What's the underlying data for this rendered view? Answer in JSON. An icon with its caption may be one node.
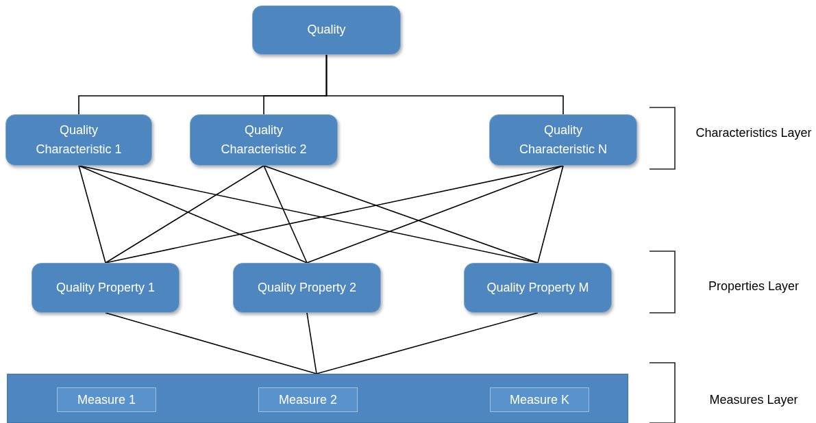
{
  "diagram": {
    "nodes": [
      {
        "text": [
          "Quality"
        ]
      },
      {
        "text": [
          "Quality Characteristic 1"
        ]
      },
      {
        "text": [
          "Quality Characteristic 2"
        ]
      },
      {
        "text": [
          "Quality Characteristic N"
        ]
      },
      {
        "text": [
          "Quality Property 1"
        ]
      },
      {
        "text": [
          "Quality Property 2"
        ]
      },
      {
        "text": [
          "Quality Property M"
        ]
      },
      {
        "text": [],
        "shape": "bar"
      },
      {
        "text": [
          "Measure 1"
        ],
        "in": 7
      },
      {
        "text": [
          "Measure 2"
        ],
        "in": 7
      },
      {
        "text": [
          "Measure K"
        ],
        "in": 7
      }
    ],
    "edges": [
      {
        "from": 0,
        "to": 1,
        "arrow": "none"
      },
      {
        "from": 0,
        "to": 2,
        "arrow": "none"
      },
      {
        "from": 0,
        "to": 3,
        "arrow": "none"
      },
      {
        "from": 1,
        "to": 4,
        "arrow": "none"
      },
      {
        "from": 1,
        "to": 5,
        "arrow": "none"
      },
      {
        "from": 1,
        "to": 6,
        "arrow": "none"
      },
      {
        "from": 2,
        "to": 4,
        "arrow": "none"
      },
      {
        "from": 2,
        "to": 5,
        "arrow": "none"
      },
      {
        "from": 2,
        "to": 6,
        "arrow": "none"
      },
      {
        "from": 3,
        "to": 4,
        "arrow": "none"
      },
      {
        "from": 3,
        "to": 5,
        "arrow": "none"
      },
      {
        "from": 3,
        "to": 6,
        "arrow": "none"
      },
      {
        "from": 4,
        "to": 7,
        "arrow": "none"
      },
      {
        "from": 5,
        "to": 7,
        "arrow": "none"
      },
      {
        "from": 6,
        "to": 7,
        "arrow": "none"
      }
    ],
    "labels": [
      "Characteristics Layer",
      "Properties Layer",
      "Measures Layer"
    ]
  }
}
